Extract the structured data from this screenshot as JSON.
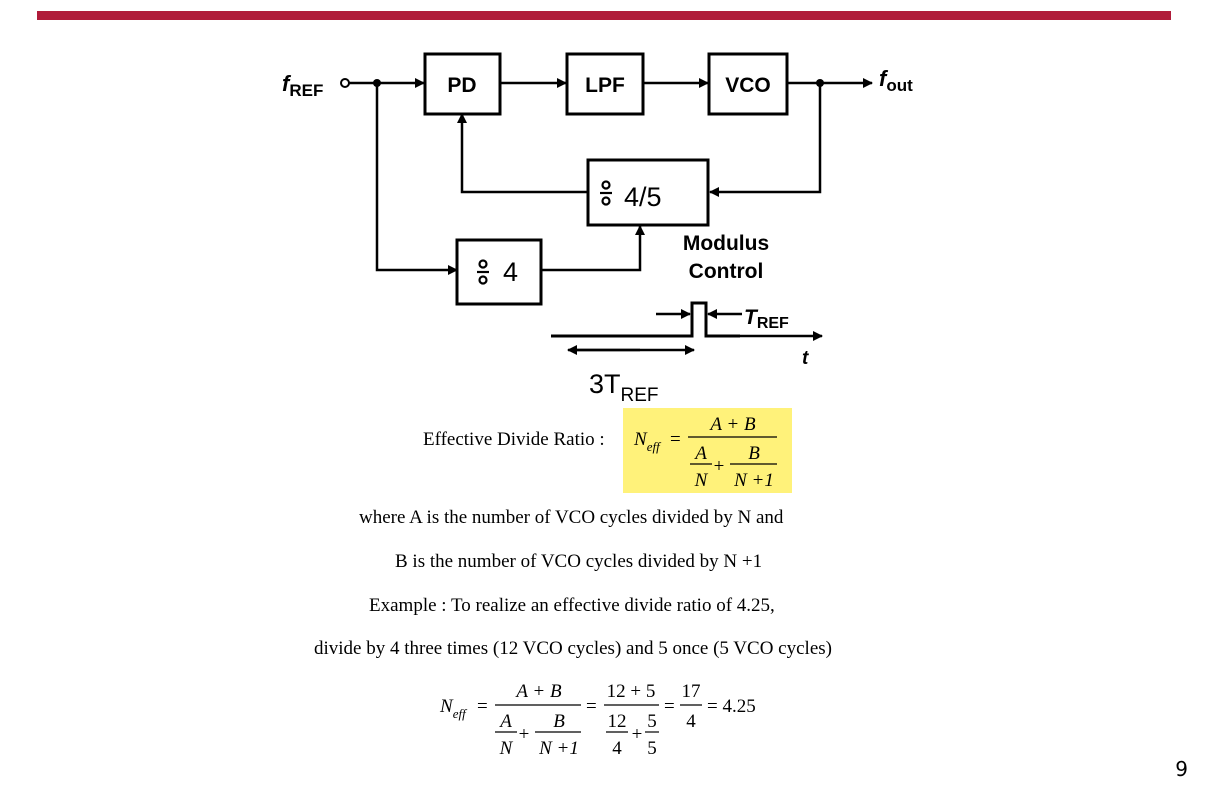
{
  "colors": {
    "accent_bar": "#b01c3a",
    "highlight": "#fff27a",
    "ink": "#000000"
  },
  "diagram": {
    "input_label_main": "f",
    "input_label_sub": "REF",
    "output_label_main": "f",
    "output_label_sub": "out",
    "pd_label": "PD",
    "lpf_label": "LPF",
    "vco_label": "VCO",
    "dual_modulus_divider_label": "4/5",
    "fixed_divider_label": "4",
    "modulus_control_line1": "Modulus",
    "modulus_control_line2": "Control",
    "tref_label_main": "T",
    "tref_label_sub": "REF",
    "time_axis_label": "t",
    "three_tref_main": "3T",
    "three_tref_sub": "REF"
  },
  "formula": {
    "prefix": "Effective Divide Ratio :",
    "lhs": "N",
    "lhs_sub": "eff",
    "equals": "=",
    "numerator": "A + B",
    "den_a_num": "A",
    "den_a_den": "N",
    "plus": "+",
    "den_b_num": "B",
    "den_b_den": "N +1"
  },
  "text_lines": {
    "line1": "where A is the number of  VCO cycles divided by N and",
    "line2": "B is the number of  VCO cycles divided by N +1",
    "line3": "Example :  To realize an effective divide ratio of  4.25,",
    "line4": "divide by 4 three times (12 VCO cycles) and 5 once (5 VCO cycles)"
  },
  "example": {
    "lhs": "N",
    "lhs_sub": "eff",
    "eq1": "=",
    "frac1_num": "A + B",
    "frac1_a_num": "A",
    "frac1_a_den": "N",
    "plus": "+",
    "frac1_b_num": "B",
    "frac1_b_den": "N +1",
    "eq2": "=",
    "frac2_num": "12 + 5",
    "frac2_a_num": "12",
    "frac2_a_den": "4",
    "frac2_b_num": "5",
    "frac2_b_den": "5",
    "eq3": "=",
    "frac3_num": "17",
    "frac3_den": "4",
    "result": "= 4.25"
  },
  "page_number": "9"
}
